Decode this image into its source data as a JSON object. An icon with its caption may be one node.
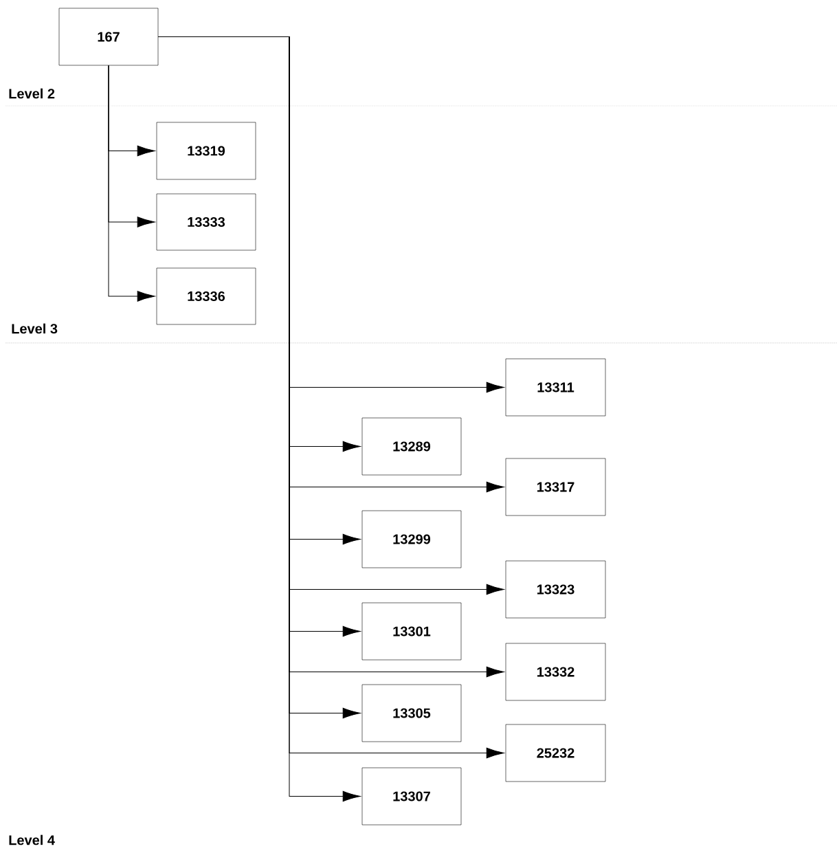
{
  "diagram": {
    "nodes": [
      {
        "text": [
          "167"
        ]
      },
      {
        "text": [
          "13319"
        ]
      },
      {
        "text": [
          "13333"
        ]
      },
      {
        "text": [
          "13336"
        ]
      },
      {
        "text": [
          "13311"
        ]
      },
      {
        "text": [
          "13289"
        ]
      },
      {
        "text": [
          "13317"
        ]
      },
      {
        "text": [
          "13299"
        ]
      },
      {
        "text": [
          "13323"
        ]
      },
      {
        "text": [
          "13301"
        ]
      },
      {
        "text": [
          "13332"
        ]
      },
      {
        "text": [
          "13305"
        ]
      },
      {
        "text": [
          "25232"
        ]
      },
      {
        "text": [
          "13307"
        ]
      }
    ],
    "edges": [
      {
        "from": 0,
        "to": 1,
        "arrow": "to"
      },
      {
        "from": 0,
        "to": 2,
        "arrow": "to"
      },
      {
        "from": 0,
        "to": 3,
        "arrow": "to"
      },
      {
        "from": 0,
        "to": 4,
        "arrow": "to"
      },
      {
        "from": 0,
        "to": 5,
        "arrow": "to"
      },
      {
        "from": 0,
        "to": 6,
        "arrow": "to"
      },
      {
        "from": 0,
        "to": 7,
        "arrow": "to"
      },
      {
        "from": 0,
        "to": 8,
        "arrow": "to"
      },
      {
        "from": 0,
        "to": 9,
        "arrow": "to"
      },
      {
        "from": 0,
        "to": 10,
        "arrow": "to"
      },
      {
        "from": 0,
        "to": 11,
        "arrow": "to"
      },
      {
        "from": 0,
        "to": 12,
        "arrow": "to"
      },
      {
        "from": 0,
        "to": 13,
        "arrow": "to"
      }
    ],
    "labels": [
      "Level 2",
      "Level 3",
      "Level 4"
    ]
  }
}
